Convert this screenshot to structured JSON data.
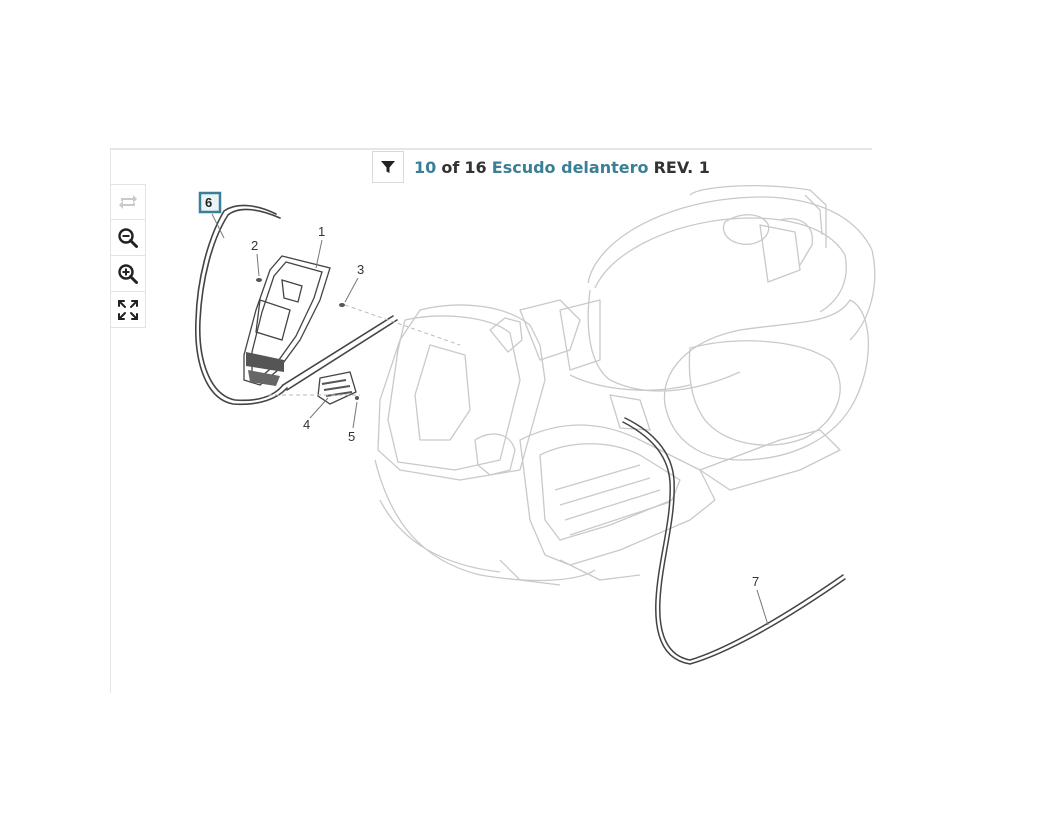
{
  "header": {
    "current_index": "10",
    "of_label": "of",
    "total": "16",
    "diagram_name": "Escudo delantero",
    "revision": "REV. 1"
  },
  "toolbar": {
    "items": [
      {
        "icon": "reset-view-icon",
        "enabled": false
      },
      {
        "icon": "zoom-out-icon",
        "enabled": true
      },
      {
        "icon": "zoom-in-icon",
        "enabled": true
      },
      {
        "icon": "fit-screen-icon",
        "enabled": true
      }
    ]
  },
  "diagram": {
    "callouts": [
      {
        "id": "1",
        "label": "1",
        "selected": false
      },
      {
        "id": "2",
        "label": "2",
        "selected": false
      },
      {
        "id": "3",
        "label": "3",
        "selected": false
      },
      {
        "id": "4",
        "label": "4",
        "selected": false
      },
      {
        "id": "5",
        "label": "5",
        "selected": false
      },
      {
        "id": "6",
        "label": "6",
        "selected": true
      },
      {
        "id": "7",
        "label": "7",
        "selected": false
      }
    ],
    "colors": {
      "accent": "#3a7f95",
      "part_line": "#444444",
      "ghost_line": "#c8c8c8"
    }
  }
}
